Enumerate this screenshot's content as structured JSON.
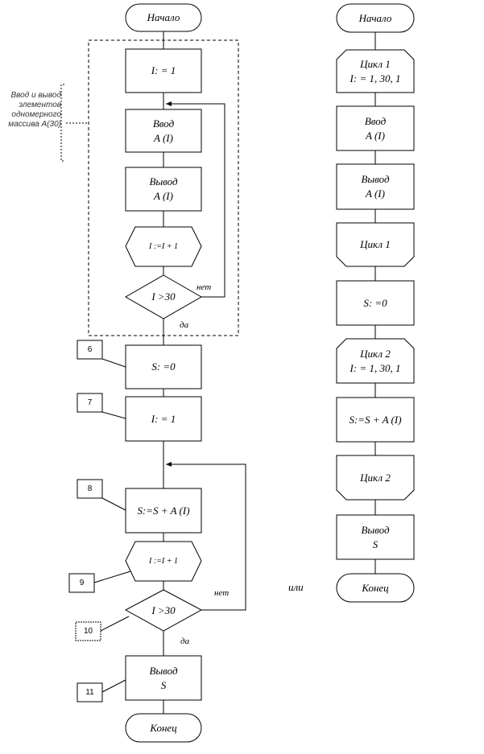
{
  "left": {
    "start": "Начало",
    "init": "I: = 1",
    "input": "Ввод\nA (I)",
    "output": "Вывод\nA (I)",
    "incr1": "I :=I + 1",
    "cond1": "I >30",
    "no1": "нет",
    "yes1": "да",
    "s_zero": "S: =0",
    "init2": "I: = 1",
    "sum": "S:=S + A (I)",
    "incr2": "I :=I + 1",
    "cond2": "I >30",
    "no2": "нет",
    "yes2": "да",
    "out_s": "Вывод\nS",
    "end": "Конец",
    "note": "Ввод и\nвывод\nэлементов\nодномерного\nмассива\nA(30)",
    "labels": [
      "6",
      "7",
      "8",
      "9",
      "10",
      "11"
    ]
  },
  "right": {
    "start": "Начало",
    "loop1_start": "Цикл 1\nI: = 1, 30, 1",
    "input": "Ввод\nA (I)",
    "output": "Вывод\nA (I)",
    "loop1_end": "Цикл 1",
    "s_zero": "S: =0",
    "loop2_start": "Цикл 2\nI: = 1, 30, 1",
    "sum": "S:=S + A (I)",
    "loop2_end": "Цикл 2",
    "out_s": "Вывод\nS",
    "end": "Конец"
  },
  "or_label": "или"
}
